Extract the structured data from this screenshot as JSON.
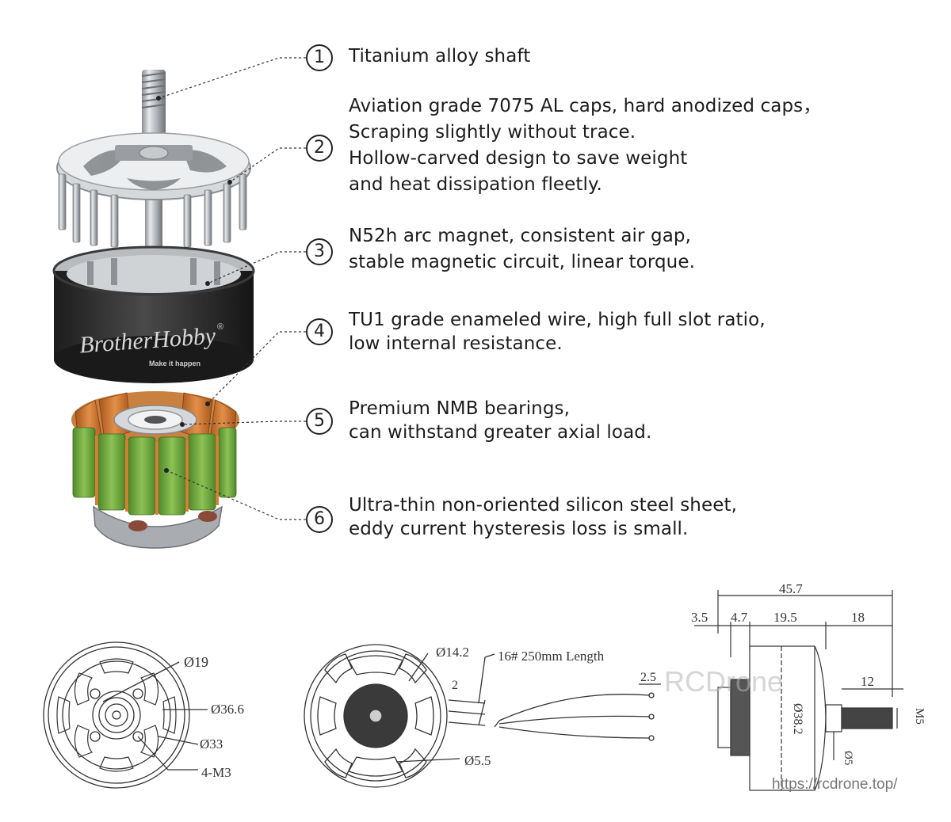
{
  "features": [
    {
      "number": "1",
      "lines": [
        "Titanium alloy shaft"
      ]
    },
    {
      "number": "2",
      "lines": [
        "Aviation grade 7075 AL caps, hard anodized caps，",
        "Scraping slightly without trace.",
        "Hollow-carved design to save weight",
        "and heat dissipation fleetly."
      ]
    },
    {
      "number": "3",
      "lines": [
        "N52h arc magnet, consistent air gap,",
        "stable magnetic circuit, linear torque."
      ]
    },
    {
      "number": "4",
      "lines": [
        "TU1 grade enameled wire, high full slot ratio,",
        "low internal resistance."
      ]
    },
    {
      "number": "5",
      "lines": [
        "Premium NMB bearings,",
        "can withstand greater axial load."
      ]
    },
    {
      "number": "6",
      "lines": [
        "Ultra-thin non-oriented silicon steel sheet,",
        "eddy current hysteresis loss is small."
      ]
    }
  ],
  "motor": {
    "brand": "BrotherHobby",
    "registered": "®",
    "slogan": "Make it happen"
  },
  "drawings": {
    "bottom_view": {
      "d19": "Ø19",
      "d36_6": "Ø36.6",
      "d33": "Ø33",
      "holes": "4-M3"
    },
    "top_view": {
      "d14_2": "Ø14.2",
      "wire": "16#  250mm Length",
      "two": "2",
      "two_five": "2.5",
      "d5_5": "Ø5.5"
    },
    "side_view": {
      "total": "45.7",
      "a": "3.5",
      "b": "4.7",
      "c": "19.5",
      "d": "18",
      "shaft_len": "12",
      "m5": "M5",
      "d38_2": "Ø38.2",
      "d5": "Ø5"
    }
  },
  "watermark": {
    "brand": "RCDrone",
    "url": "https://rcdrone.top/"
  },
  "colors": {
    "accent": "#e07b2a",
    "coil_green": "#6fa63f",
    "copper": "#c8742f",
    "dark_bell": "#2a2a2a"
  }
}
